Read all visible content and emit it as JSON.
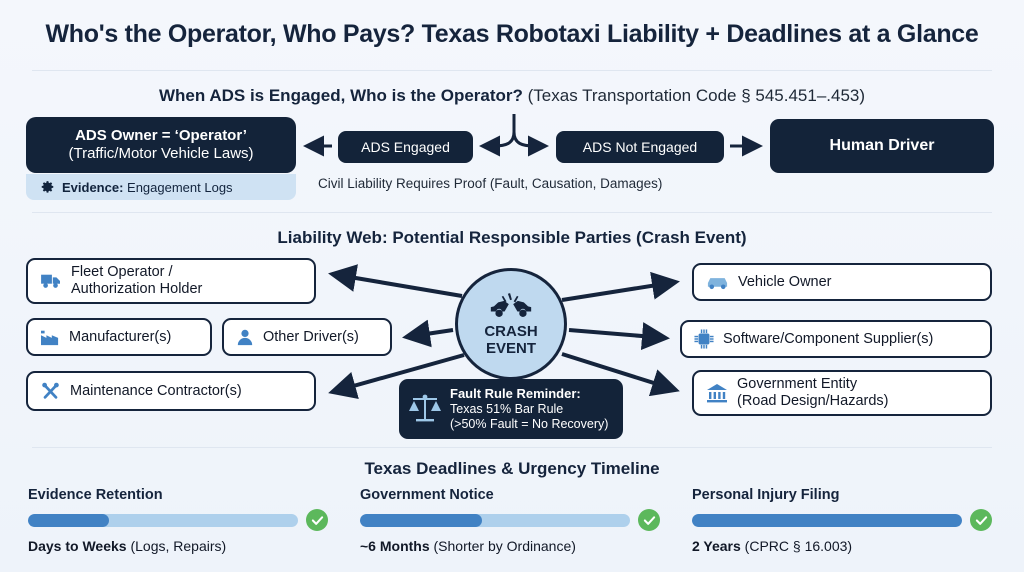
{
  "title": "Who's the Operator, Who Pays? Texas Robotaxi Liability + Deadlines at a Glance",
  "colors": {
    "page_background": "#f3f6fb",
    "dark_navy": "#132339",
    "accent_blue": "#4182c4",
    "light_blue": "#aed0ec",
    "crash_fill": "#bfd9ef",
    "check_green": "#5cb85c",
    "evidence_band": "#cfe2f3"
  },
  "operator_section": {
    "heading_bold": "When ADS is Engaged, Who is the Operator?",
    "heading_light": " (Texas Transportation Code § 545.451–.453)",
    "ads_owner": {
      "line1": "ADS Owner = ‘Operator’",
      "line2": "(Traffic/Motor Vehicle Laws)"
    },
    "ads_engaged": "ADS Engaged",
    "ads_not_engaged": "ADS Not Engaged",
    "human_driver": "Human Driver",
    "evidence": {
      "icon": "gear-icon",
      "label": "Evidence:",
      "value": " Engagement Logs"
    },
    "civil_note": "Civil Liability Requires Proof (Fault, Causation, Damages)"
  },
  "liability_section": {
    "heading": "Liability Web: Potential Responsible Parties (Crash Event)",
    "crash": {
      "icon": "car-crash-icon",
      "line1": "CRASH",
      "line2": "EVENT"
    },
    "left_parties": [
      {
        "icon": "truck-icon",
        "line1": "Fleet Operator /",
        "line2": "Authorization Holder"
      },
      {
        "icon": "factory-icon",
        "line1": "Manufacturer(s)",
        "line2": ""
      },
      {
        "icon": "person-icon",
        "line1": "Other Driver(s)",
        "line2": ""
      },
      {
        "icon": "wrench-screwdriver-icon",
        "line1": "Maintenance Contractor(s)",
        "line2": ""
      }
    ],
    "right_parties": [
      {
        "icon": "car-icon",
        "line1": "Vehicle Owner",
        "line2": ""
      },
      {
        "icon": "chip-icon",
        "line1": "Software/Component Supplier(s)",
        "line2": ""
      },
      {
        "icon": "bank-icon",
        "line1": "Government Entity",
        "line2": "(Road Design/Hazards)"
      }
    ],
    "fault_note": {
      "icon": "scales-of-justice-icon",
      "line1": "Fault Rule Reminder:",
      "line2": "Texas 51% Bar Rule",
      "line3": "(>50% Fault = No Recovery)"
    }
  },
  "timeline_section": {
    "heading": "Texas Deadlines & Urgency Timeline",
    "items": [
      {
        "title": "Evidence Retention",
        "progress_percent": 30,
        "value_bold": "Days to Weeks",
        "value_light": " (Logs, Repairs)",
        "status_icon": "check-circle-icon"
      },
      {
        "title": "Government Notice",
        "progress_percent": 45,
        "value_bold": "~6 Months",
        "value_light": " (Shorter by Ordinance)",
        "status_icon": "check-circle-icon"
      },
      {
        "title": "Personal Injury Filing",
        "progress_percent": 100,
        "value_bold": "2 Years",
        "value_light": " (CPRC § 16.003)",
        "status_icon": "check-circle-icon"
      }
    ]
  }
}
